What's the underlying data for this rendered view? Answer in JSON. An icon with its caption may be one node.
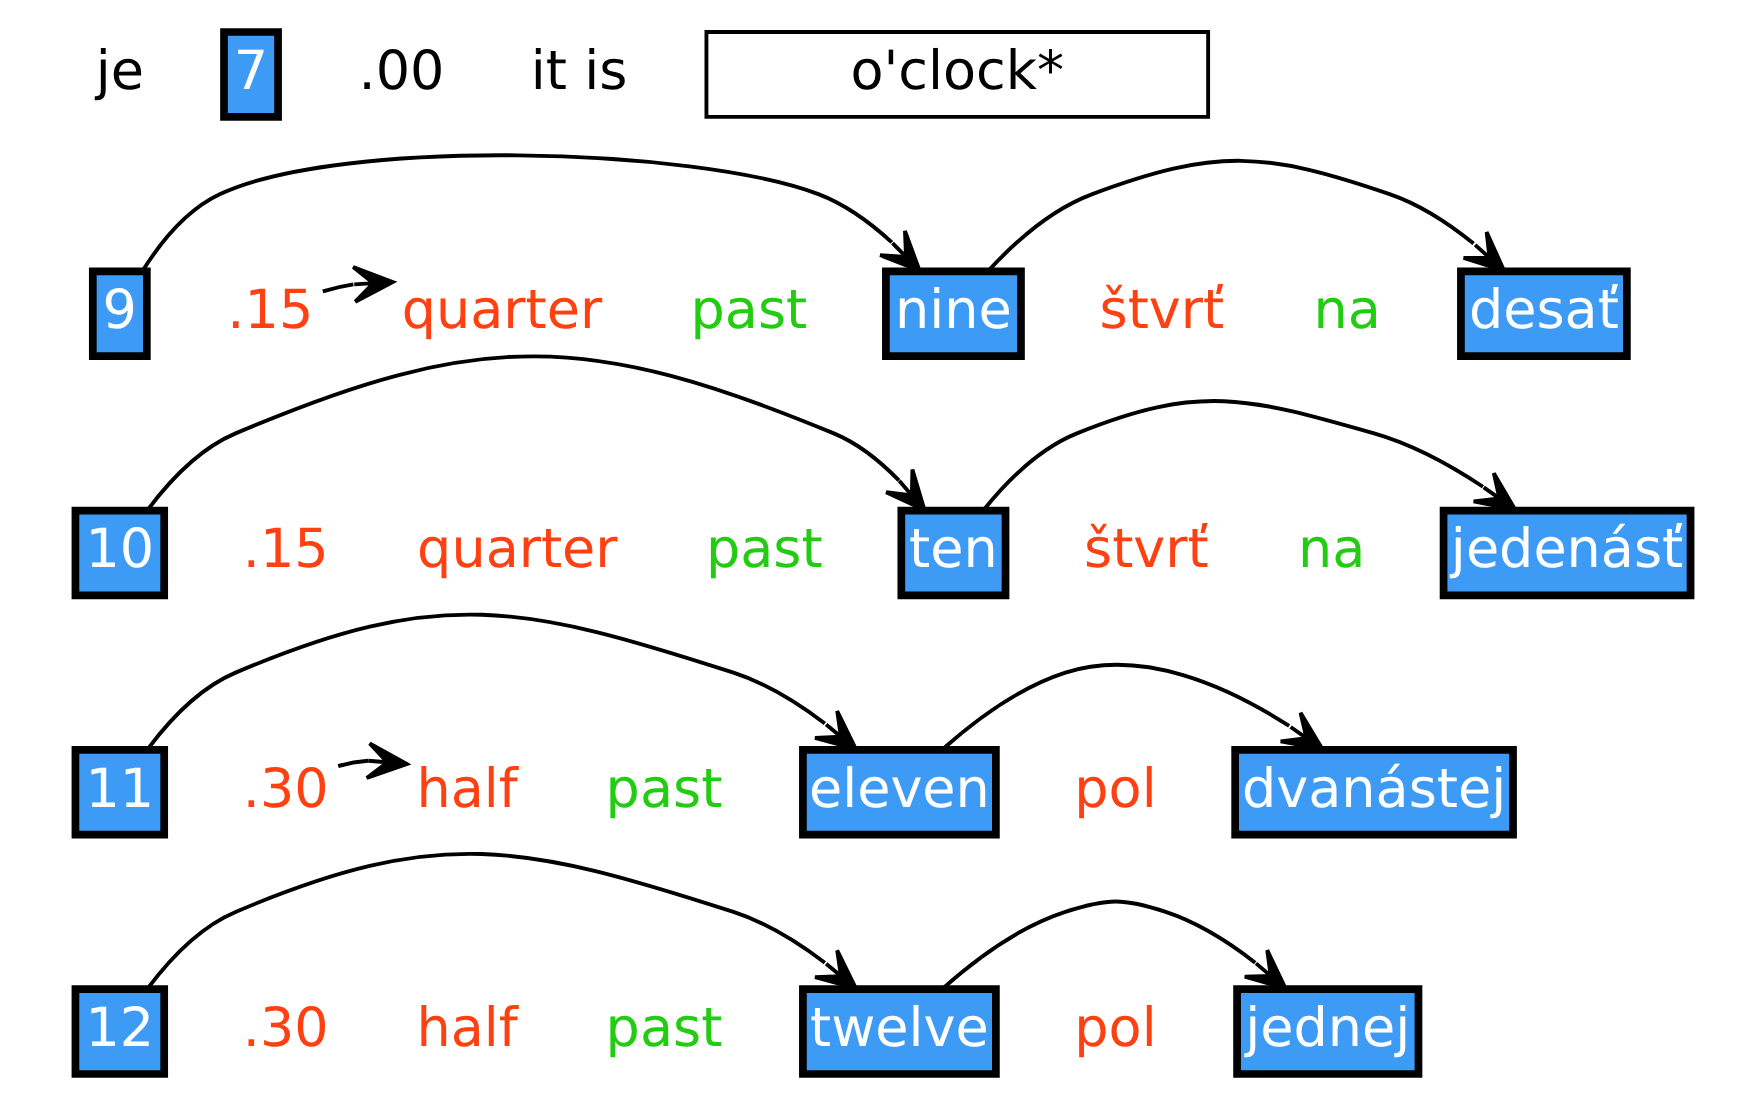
{
  "diagram": {
    "nodes": [
      {
        "text": [
          "7"
        ]
      },
      {
        "text": [
          "o'clock*"
        ]
      },
      {
        "text": [
          "9"
        ]
      },
      {
        "text": [
          ".15"
        ]
      },
      {
        "text": [
          "quarter"
        ]
      },
      {
        "text": [
          "nine"
        ]
      },
      {
        "text": [
          "desať"
        ]
      },
      {
        "text": [
          "10"
        ]
      },
      {
        "text": [
          "ten"
        ]
      },
      {
        "text": [
          "jedenásť"
        ]
      },
      {
        "text": [
          "11"
        ]
      },
      {
        "text": [
          ".30"
        ]
      },
      {
        "text": [
          "half"
        ]
      },
      {
        "text": [
          "eleven"
        ]
      },
      {
        "text": [
          "dvanástej"
        ]
      },
      {
        "text": [
          "12"
        ]
      },
      {
        "text": [
          "twelve"
        ]
      },
      {
        "text": [
          "jednej"
        ]
      }
    ],
    "edges": [
      {
        "from": 2,
        "to": 5,
        "arrow": "to"
      },
      {
        "from": 3,
        "to": 4,
        "arrow": "to"
      },
      {
        "from": 5,
        "to": 6,
        "arrow": "to"
      },
      {
        "from": 7,
        "to": 8,
        "arrow": "to"
      },
      {
        "from": 8,
        "to": 9,
        "arrow": "to"
      },
      {
        "from": 10,
        "to": 13,
        "arrow": "to"
      },
      {
        "from": 11,
        "to": 12,
        "arrow": "to"
      },
      {
        "from": 13,
        "to": 14,
        "arrow": "to"
      },
      {
        "from": 15,
        "to": 16,
        "arrow": "to"
      },
      {
        "from": 16,
        "to": 17,
        "arrow": "to"
      }
    ],
    "labels": [
      "je",
      ".00",
      "it is",
      "past",
      "štvrť",
      "na",
      ".15",
      "quarter",
      "past",
      "štvrť",
      "na",
      "past",
      "pol",
      ".30",
      "half",
      "past",
      "pol"
    ]
  }
}
